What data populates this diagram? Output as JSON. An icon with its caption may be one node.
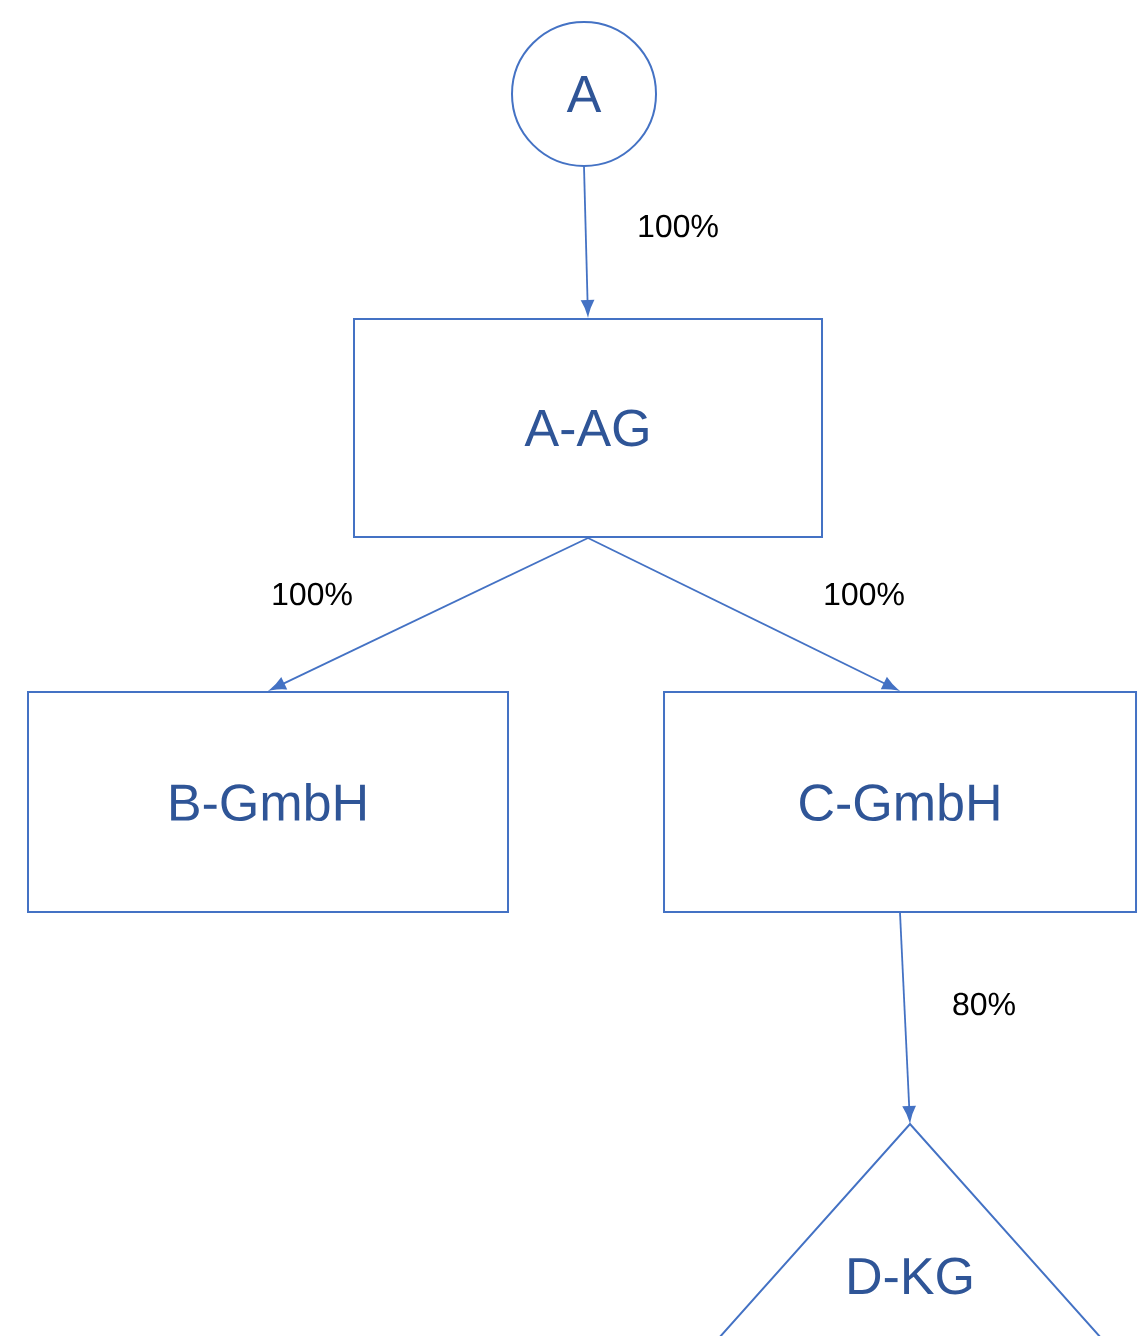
{
  "diagram": {
    "nodes": [
      {
        "text": [
          "A"
        ]
      },
      {
        "text": [
          "A-AG"
        ]
      },
      {
        "text": [
          "B-GmbH"
        ]
      },
      {
        "text": [
          "C-GmbH"
        ]
      },
      {
        "text": [
          "D-KG"
        ]
      }
    ],
    "edges": [
      {
        "from": 0,
        "to": 1,
        "arrow": "to",
        "label": "100%"
      },
      {
        "from": 1,
        "to": 2,
        "arrow": "to",
        "label": "100%"
      },
      {
        "from": 1,
        "to": 3,
        "arrow": "to",
        "label": "100%"
      },
      {
        "from": 3,
        "to": 4,
        "arrow": "to",
        "label": "80%"
      }
    ]
  }
}
